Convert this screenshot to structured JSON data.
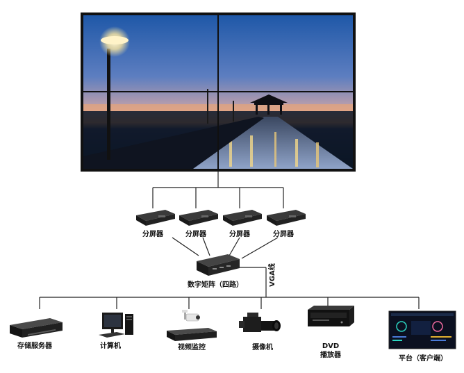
{
  "diagram": {
    "video_wall": {
      "name": "video-wall",
      "rows": 2,
      "cols": 2
    },
    "splitters": {
      "label": "分屏器",
      "count": 4
    },
    "matrix": {
      "label": "数字矩阵（四路）"
    },
    "vga_label": "VGA线",
    "sources": [
      {
        "id": "storage-server",
        "label": "存储服务器"
      },
      {
        "id": "computer",
        "label": "计算机"
      },
      {
        "id": "video-surveillance",
        "label": "视频监控"
      },
      {
        "id": "camcorder",
        "label": "摄像机"
      },
      {
        "id": "dvd-player",
        "label_line1": "DVD",
        "label_line2": "播放器"
      },
      {
        "id": "platform-client",
        "label": "平台（客户端）"
      }
    ]
  },
  "colors": {
    "line": "#222222",
    "device_dark": "#1c1c1c",
    "device_mid": "#3a3a3a",
    "sky_top": "#2a5fa8",
    "sky_mid": "#7a8cc0",
    "sunset": "#e0946a",
    "sea": "#0c1a2e"
  }
}
